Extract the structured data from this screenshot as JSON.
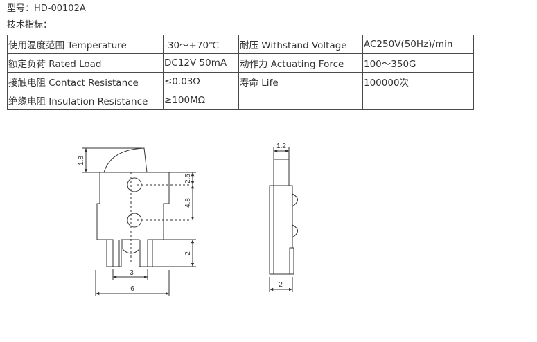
{
  "model": {
    "label": "型号：",
    "value": "HD-00102A"
  },
  "spec_heading": "技术指标：",
  "specs": [
    [
      "使用温度范围 Temperature",
      "-30～+70℃",
      "耐压 Withstand Voltage",
      "AC250V(50Hz)/min"
    ],
    [
      "额定负荷 Rated Load",
      "DC12V 50mA",
      "动作力 Actuating Force",
      "100～350G"
    ],
    [
      "接触电阻 Contact Resistance",
      "≤0.03Ω",
      "寿命 Life",
      "100000次"
    ],
    [
      "绝缘电阻 Insulation Resistance",
      "≥100MΩ",
      "",
      ""
    ]
  ],
  "drawing": {
    "front_dims": {
      "top_height": "1.8",
      "hole_gap_upper": "2.5",
      "hole_gap_lower": "4.8",
      "pin_height": "2",
      "pin_spacing": "3",
      "body_width": "6"
    },
    "side_dims": {
      "actuator_width": "1.2",
      "depth": "2"
    }
  }
}
